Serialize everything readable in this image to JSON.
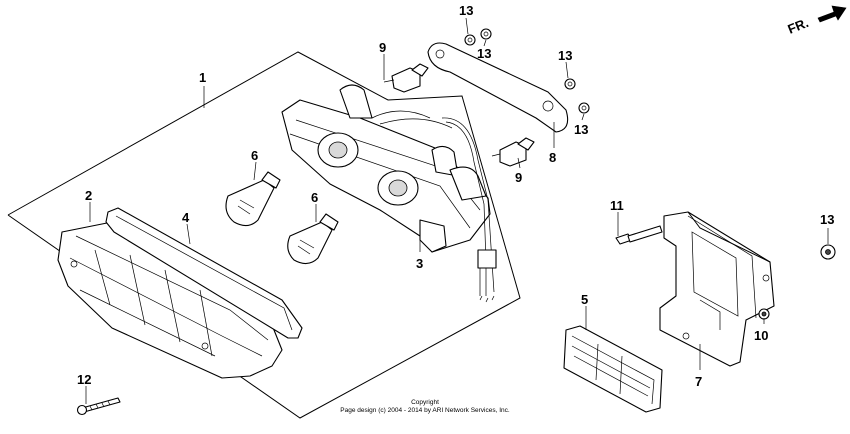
{
  "orientation": {
    "label": "FR."
  },
  "copyright": {
    "line1": "Copyright",
    "line2": "Page design (c) 2004 - 2014 by ARI Network Services, Inc."
  },
  "callouts": [
    {
      "id": "1",
      "text": "1"
    },
    {
      "id": "2",
      "text": "2"
    },
    {
      "id": "3",
      "text": "3"
    },
    {
      "id": "4",
      "text": "4"
    },
    {
      "id": "5",
      "text": "5"
    },
    {
      "id": "6a",
      "text": "6"
    },
    {
      "id": "6b",
      "text": "6"
    },
    {
      "id": "7",
      "text": "7"
    },
    {
      "id": "8",
      "text": "8"
    },
    {
      "id": "9a",
      "text": "9"
    },
    {
      "id": "9b",
      "text": "9"
    },
    {
      "id": "10",
      "text": "10"
    },
    {
      "id": "11",
      "text": "11"
    },
    {
      "id": "12",
      "text": "12"
    },
    {
      "id": "13a",
      "text": "13"
    },
    {
      "id": "13b",
      "text": "13"
    },
    {
      "id": "13c",
      "text": "13"
    },
    {
      "id": "13d",
      "text": "13"
    },
    {
      "id": "13e",
      "text": "13"
    }
  ]
}
